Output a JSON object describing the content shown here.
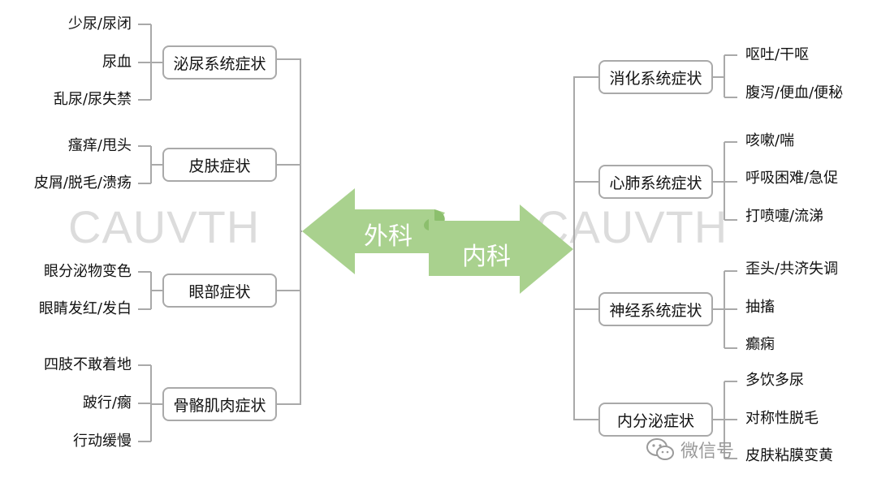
{
  "watermark_left": "CAUVTH",
  "watermark_right": "CAUVTH",
  "surgery": {
    "label": "外科",
    "branches": [
      {
        "label": "泌尿系统症状",
        "items": [
          "少尿/尿闭",
          "尿血",
          "乱尿/尿失禁"
        ]
      },
      {
        "label": "皮肤症状",
        "items": [
          "瘙痒/甩头",
          "皮屑/脱毛/溃疡"
        ]
      },
      {
        "label": "眼部症状",
        "items": [
          "眼分泌物变色",
          "眼睛发红/发白"
        ]
      },
      {
        "label": "骨骼肌肉症状",
        "items": [
          "四肢不敢着地",
          "跛行/瘸",
          "行动缓慢"
        ]
      }
    ]
  },
  "internal": {
    "label": "内科",
    "branches": [
      {
        "label": "消化系统症状",
        "items": [
          "呕吐/干呕",
          "腹泻/便血/便秘"
        ]
      },
      {
        "label": "心肺系统症状",
        "items": [
          "咳嗽/喘",
          "呼吸困难/急促",
          "打喷嚏/流涕"
        ]
      },
      {
        "label": "神经系统症状",
        "items": [
          "歪头/共济失调",
          "抽搐",
          "癫痫"
        ]
      },
      {
        "label": "内分泌症状",
        "items": [
          "多饮多尿",
          "对称性脱毛",
          "皮肤粘膜变黄"
        ]
      }
    ]
  },
  "wechat_label": "微信号",
  "colors": {
    "arrow": "#a9d18e",
    "line": "#a9a9a9",
    "border": "#a9a9a9",
    "watermark": "#dcdcdc"
  }
}
